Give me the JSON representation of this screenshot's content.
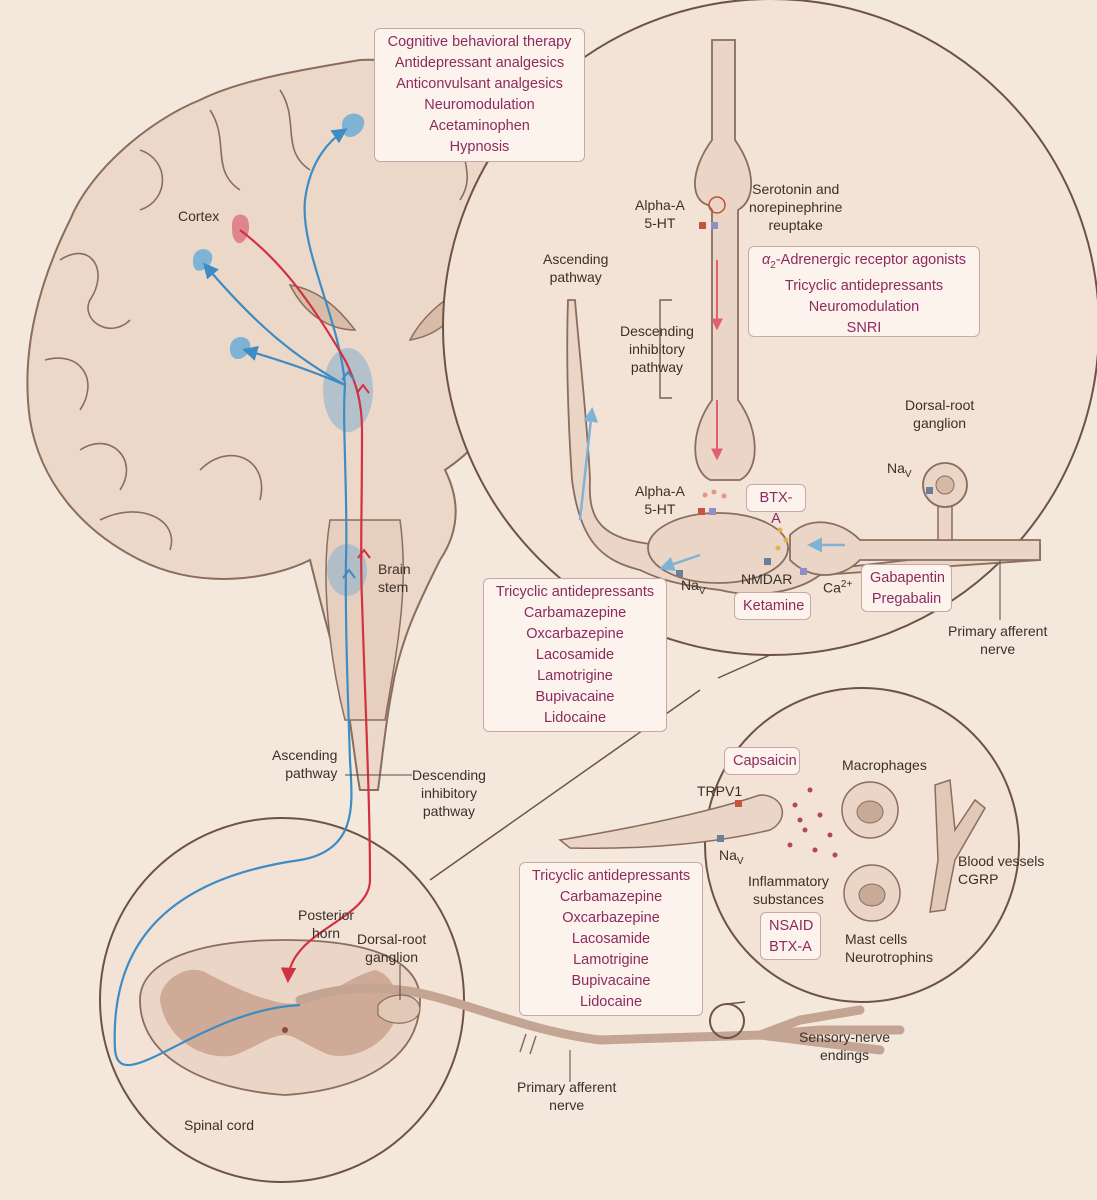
{
  "colors": {
    "background": "#f4e8dc",
    "tissue": "#e8d3c4",
    "outline": "#8a6d5e",
    "ascending": "#3d8cc4",
    "descending": "#d2313f",
    "drug_text": "#8e2a5e",
    "box_border": "#c9a7a7"
  },
  "brain": {
    "cortex": "Cortex",
    "brain_stem": [
      "Brain",
      "stem"
    ],
    "ascending_pathway": [
      "Ascending",
      "pathway"
    ],
    "descending_pathway": [
      "Descending",
      "inhibitory",
      "pathway"
    ]
  },
  "spinal": {
    "posterior_horn": [
      "Posterior",
      "horn"
    ],
    "dorsal_root_ganglion": [
      "Dorsal-root",
      "ganglion"
    ],
    "spinal_cord": "Spinal cord",
    "primary_afferent": [
      "Primary afferent",
      "nerve"
    ],
    "sensory_endings": [
      "Sensory-nerve",
      "endings"
    ]
  },
  "synapse": {
    "alpha_top": [
      "Alpha-A",
      "5-HT"
    ],
    "reuptake": [
      "Serotonin and",
      "norepinephrine",
      "reuptake"
    ],
    "ascending": [
      "Ascending",
      "pathway"
    ],
    "descending": [
      "Descending",
      "inhibitory",
      "pathway"
    ],
    "alpha_bottom": [
      "Alpha-A",
      "5-HT"
    ],
    "drg": [
      "Dorsal-root",
      "ganglion"
    ],
    "nav": "Na",
    "nav_sub": "V",
    "nmdar": "NMDAR",
    "ca": "Ca",
    "ca_sup": "2+",
    "primary_afferent": [
      "Primary afferent",
      "nerve"
    ]
  },
  "periphery": {
    "trpv1": "TRPV1",
    "nav": "Na",
    "nav_sub": "V",
    "macrophages": "Macrophages",
    "inflammatory": [
      "Inflammatory",
      "substances"
    ],
    "blood_vessels": [
      "Blood vessels",
      "CGRP"
    ],
    "mast_cells": [
      "Mast cells",
      "Neurotrophins"
    ]
  },
  "drug_boxes": {
    "brain": [
      "Cognitive behavioral therapy",
      "Antidepressant analgesics",
      "Anticonvulsant analgesics",
      "Neuromodulation",
      "Acetaminophen",
      "Hypnosis"
    ],
    "alpha2": {
      "alpha_symbol": "α",
      "alpha_sub": "2",
      "first_rest": "-Adrenergic receptor agonists",
      "others": [
        "Tricyclic antidepressants",
        "Neuromodulation",
        "SNRI"
      ]
    },
    "btxa": "BTX-A",
    "ketamine": "Ketamine",
    "gabapentin": [
      "Gabapentin",
      "Pregabalin"
    ],
    "sodium_top": [
      "Tricyclic antidepressants",
      "Carbamazepine",
      "Oxcarbazepine",
      "Lacosamide",
      "Lamotrigine",
      "Bupivacaine",
      "Lidocaine"
    ],
    "capsaicin": "Capsaicin",
    "sodium_bottom": [
      "Tricyclic antidepressants",
      "Carbamazepine",
      "Oxcarbazepine",
      "Lacosamide",
      "Lamotrigine",
      "Bupivacaine",
      "Lidocaine"
    ],
    "nsaid": [
      "NSAID",
      "BTX-A"
    ]
  }
}
